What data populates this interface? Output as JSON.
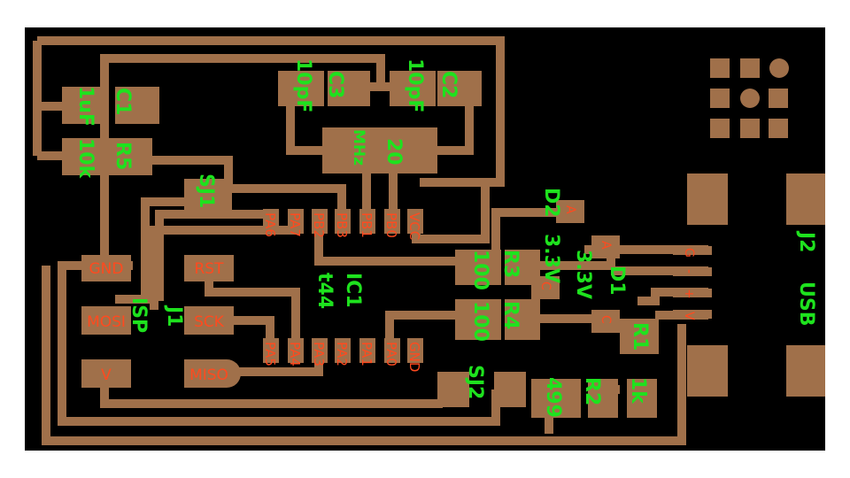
{
  "colors": {
    "background": "#ffffff",
    "board": "#000000",
    "copper": "#a0704a",
    "silkscreen": "#1ee21e",
    "pin_label": "#ff4a1f"
  },
  "components": {
    "c1": {
      "ref": "C1",
      "value": "1uF"
    },
    "r5": {
      "ref": "R5",
      "value": "10k"
    },
    "c3": {
      "ref": "C3",
      "value": "10pF"
    },
    "c2": {
      "ref": "C2",
      "value": "10pF"
    },
    "crystal": {
      "value": "20",
      "unit": "MHz"
    },
    "sj1": {
      "ref": "SJ1"
    },
    "sj2": {
      "ref": "SJ2"
    },
    "ic1": {
      "ref": "IC1",
      "value": "t44"
    },
    "j1": {
      "ref": "J1",
      "value": "ISP"
    },
    "j2": {
      "ref": "J2",
      "value": "USB"
    },
    "r3": {
      "ref": "R3",
      "value": "100"
    },
    "r4": {
      "ref": "R4",
      "value": "100"
    },
    "d2": {
      "ref": "D2",
      "value": "3.3V"
    },
    "d1": {
      "ref": "D1",
      "value": "3.3V"
    },
    "r1": {
      "ref": "R1",
      "value": "1k"
    },
    "r2": {
      "ref": "R2",
      "value": "499"
    }
  },
  "ic_pins_top": [
    "PA6",
    "PA7",
    "PB2",
    "PB3",
    "PB1",
    "PB0",
    "VCC"
  ],
  "ic_pins_bottom": [
    "PA5",
    "PA4",
    "PA3",
    "PA2",
    "PA1",
    "PA0",
    "GND"
  ],
  "isp_pads": {
    "gnd": "GND",
    "rst": "RST",
    "mosi": "MOSI",
    "sck": "SCK",
    "miso": "MISO",
    "v": "V"
  },
  "usb_pins": {
    "g": "G",
    "minus": "-",
    "plus": "+",
    "v": "V"
  },
  "diode_pads": {
    "anode": "A",
    "cathode": "C"
  }
}
